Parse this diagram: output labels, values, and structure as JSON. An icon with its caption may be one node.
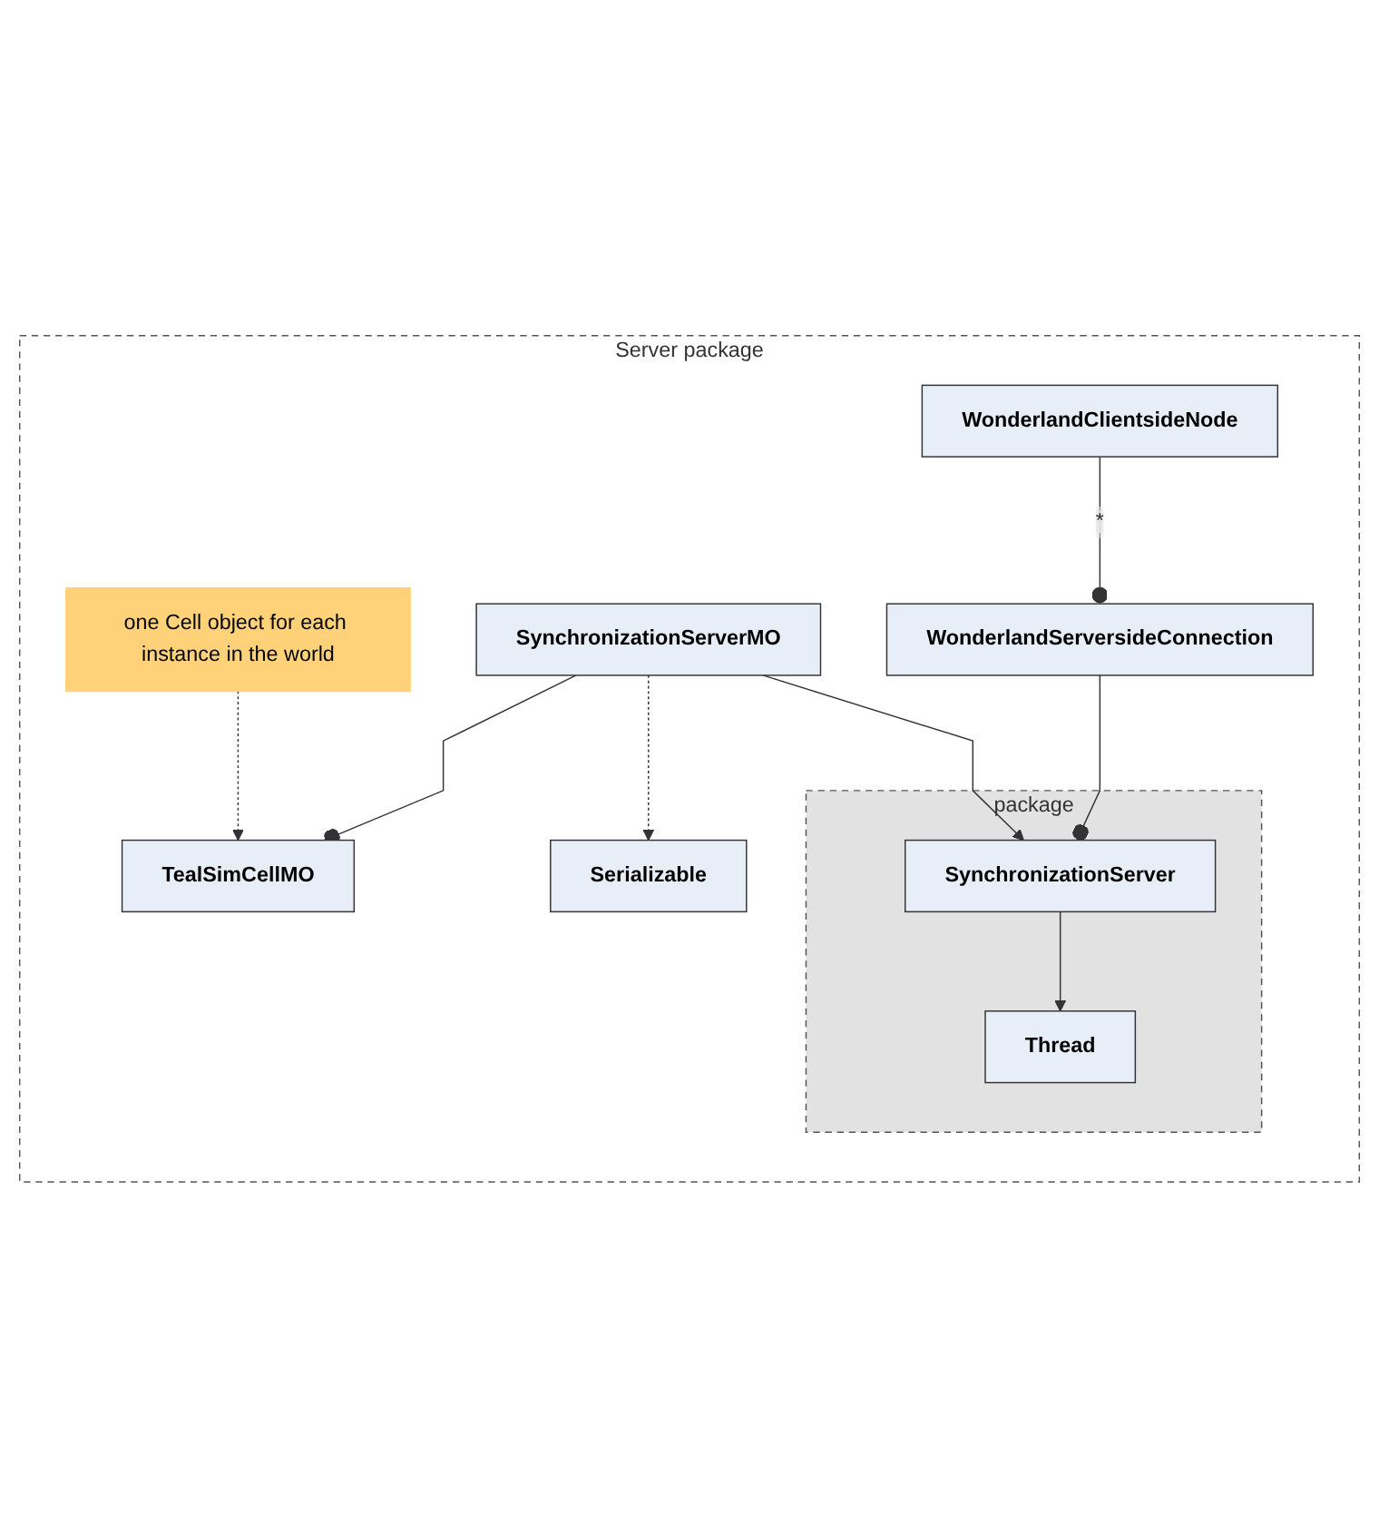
{
  "diagram": {
    "nodes": [
      {
        "text": [
          "Server package"
        ]
      },
      {
        "text": [
          "TealSimCellMO"
        ],
        "in": 0
      },
      {
        "text": [
          "one Cell object for each instance in the world"
        ],
        "in": 0
      },
      {
        "text": [
          "SynchronizationServerMO"
        ],
        "in": 0
      },
      {
        "text": [
          "Serializable"
        ],
        "in": 0
      },
      {
        "text": [
          "package"
        ],
        "in": 0
      },
      {
        "text": [
          "SynchronizationServer"
        ],
        "in": 5
      },
      {
        "text": [
          "Thread"
        ],
        "in": 5
      },
      {
        "text": [
          "WonderlandServersideConnection"
        ],
        "in": 0
      },
      {
        "text": [
          "WonderlandClientsideNode"
        ],
        "in": 0
      }
    ],
    "edges": [
      {
        "from": 2,
        "to": 1,
        "arrow": "to",
        "style": "dashed"
      },
      {
        "from": 3,
        "to": 1,
        "arrow": "other"
      },
      {
        "from": 3,
        "to": 4,
        "arrow": "to",
        "style": "dashed"
      },
      {
        "from": 3,
        "to": 6,
        "arrow": "to"
      },
      {
        "from": 6,
        "to": 7,
        "arrow": "to"
      },
      {
        "from": 8,
        "to": 6,
        "arrow": "other"
      },
      {
        "from": 9,
        "to": 8,
        "arrow": "other",
        "label": "*"
      }
    ]
  }
}
